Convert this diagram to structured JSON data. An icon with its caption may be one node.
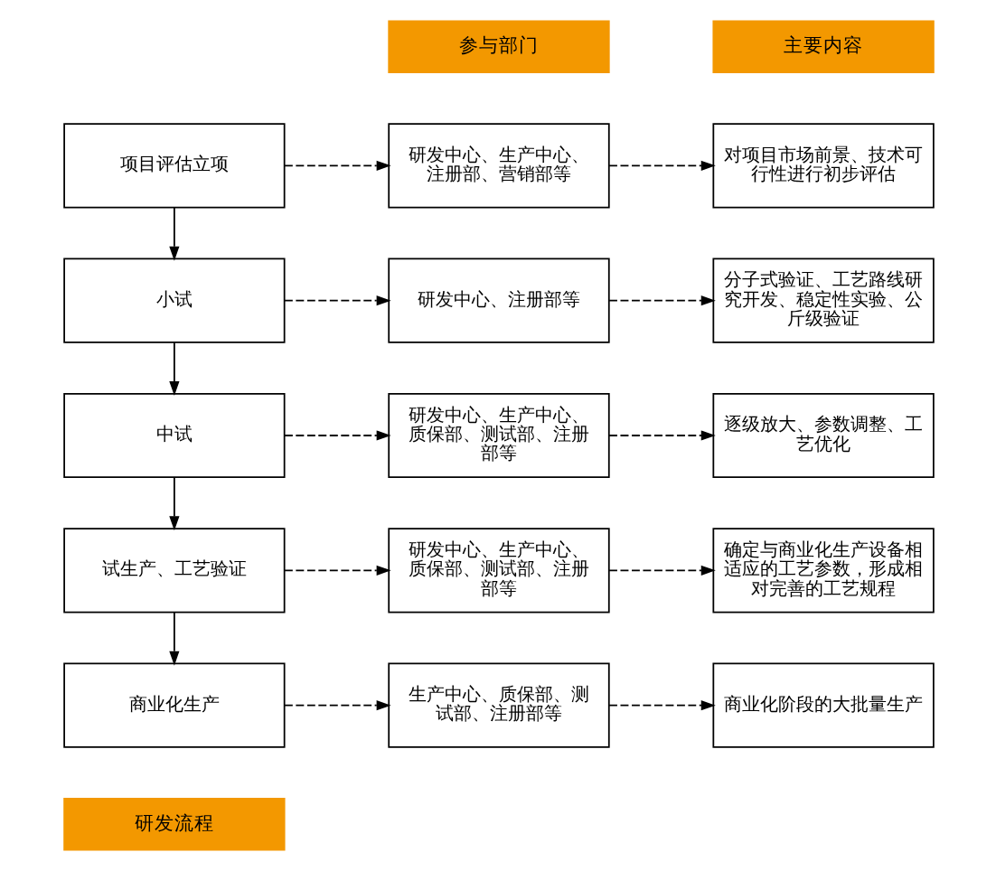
{
  "diagram": {
    "nodes": [
      {
        "text": [
          "研发流程"
        ]
      },
      {
        "text": [
          "参与部门"
        ]
      },
      {
        "text": [
          "主要内容"
        ]
      },
      {
        "text": [
          "项目评估立项"
        ]
      },
      {
        "text": [
          "研发中心、生产中心、注册部、营销部等"
        ]
      },
      {
        "text": [
          "对项目市场前景、技术可行性进行初步评估"
        ]
      },
      {
        "text": [
          "小试"
        ]
      },
      {
        "text": [
          "研发中心、注册部等"
        ]
      },
      {
        "text": [
          "分子式验证、工艺路线研究开发、稳定性实验、公斤级验证"
        ]
      },
      {
        "text": [
          "中试"
        ]
      },
      {
        "text": [
          "研发中心、生产中心、质保部、测试部、注册部等"
        ]
      },
      {
        "text": [
          "逐级放大、参数调整、工艺优化"
        ]
      },
      {
        "text": [
          "试生产、工艺验证"
        ]
      },
      {
        "text": [
          "研发中心、生产中心、质保部、测试部、注册部等"
        ]
      },
      {
        "text": [
          "确定与商业化生产设备相适应的工艺参数，形成相对完善的工艺规程"
        ]
      },
      {
        "text": [
          "商业化生产"
        ]
      },
      {
        "text": [
          "生产中心、质保部、测试部、注册部等"
        ]
      },
      {
        "text": [
          "商业化阶段的大批量生产"
        ]
      }
    ],
    "edges": [
      {
        "from": 3,
        "to": 4,
        "arrow": "to",
        "style": "dashed"
      },
      {
        "from": 4,
        "to": 5,
        "arrow": "to",
        "style": "dashed"
      },
      {
        "from": 3,
        "to": 6,
        "arrow": "to"
      },
      {
        "from": 6,
        "to": 7,
        "arrow": "to",
        "style": "dashed"
      },
      {
        "from": 7,
        "to": 8,
        "arrow": "to",
        "style": "dashed"
      },
      {
        "from": 6,
        "to": 9,
        "arrow": "to"
      },
      {
        "from": 9,
        "to": 10,
        "arrow": "to",
        "style": "dashed"
      },
      {
        "from": 10,
        "to": 11,
        "arrow": "to",
        "style": "dashed"
      },
      {
        "from": 9,
        "to": 12,
        "arrow": "to"
      },
      {
        "from": 12,
        "to": 13,
        "arrow": "to",
        "style": "dashed"
      },
      {
        "from": 13,
        "to": 14,
        "arrow": "to",
        "style": "dashed"
      },
      {
        "from": 12,
        "to": 15,
        "arrow": "to"
      },
      {
        "from": 15,
        "to": 16,
        "arrow": "to",
        "style": "dashed"
      },
      {
        "from": 16,
        "to": 17,
        "arrow": "to",
        "style": "dashed"
      }
    ]
  }
}
